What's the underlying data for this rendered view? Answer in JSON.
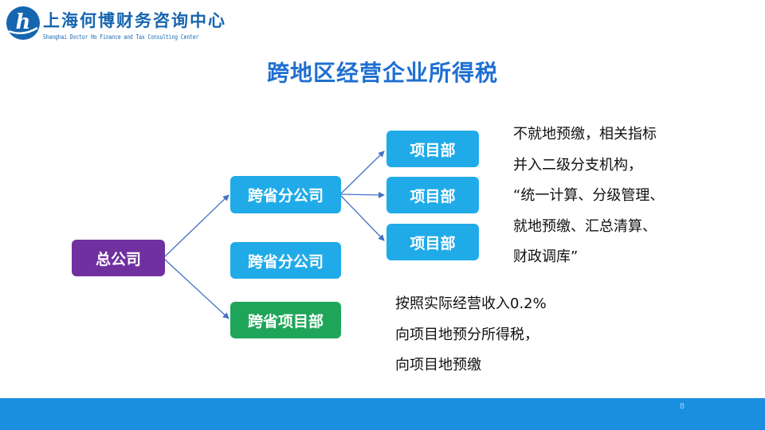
{
  "header": {
    "logo_letter": "h",
    "company_cn": "上海何博财务咨询中心",
    "company_en": "Shanghai Doctor Ho Finance and Tax Consulting Center"
  },
  "slide": {
    "title": "跨地区经营企业所得税",
    "page_number": "8"
  },
  "diagram": {
    "head_office": "总公司",
    "branch_1": "跨省分公司",
    "branch_2": "跨省分公司",
    "project_dept": "跨省项目部",
    "sub_project_1": "项目部",
    "sub_project_2": "项目部",
    "sub_project_3": "项目部"
  },
  "notes": {
    "branch_note": [
      "不就地预缴，相关指标",
      "并入二级分支机构，",
      "“统一计算、分级管理、",
      "就地预缴、汇总清算、",
      "财政调库”"
    ],
    "project_note": [
      "按照实际经营收入0.2%",
      "向项目地预分所得税，",
      "向项目地预缴"
    ]
  },
  "colors": {
    "title": "#1f6fd1",
    "head_office_box": "#7030a0",
    "branch_box": "#20abe8",
    "project_dept_box": "#1fa55a",
    "connector": "#4472c4",
    "footer_bar": "#1a8fe0"
  }
}
